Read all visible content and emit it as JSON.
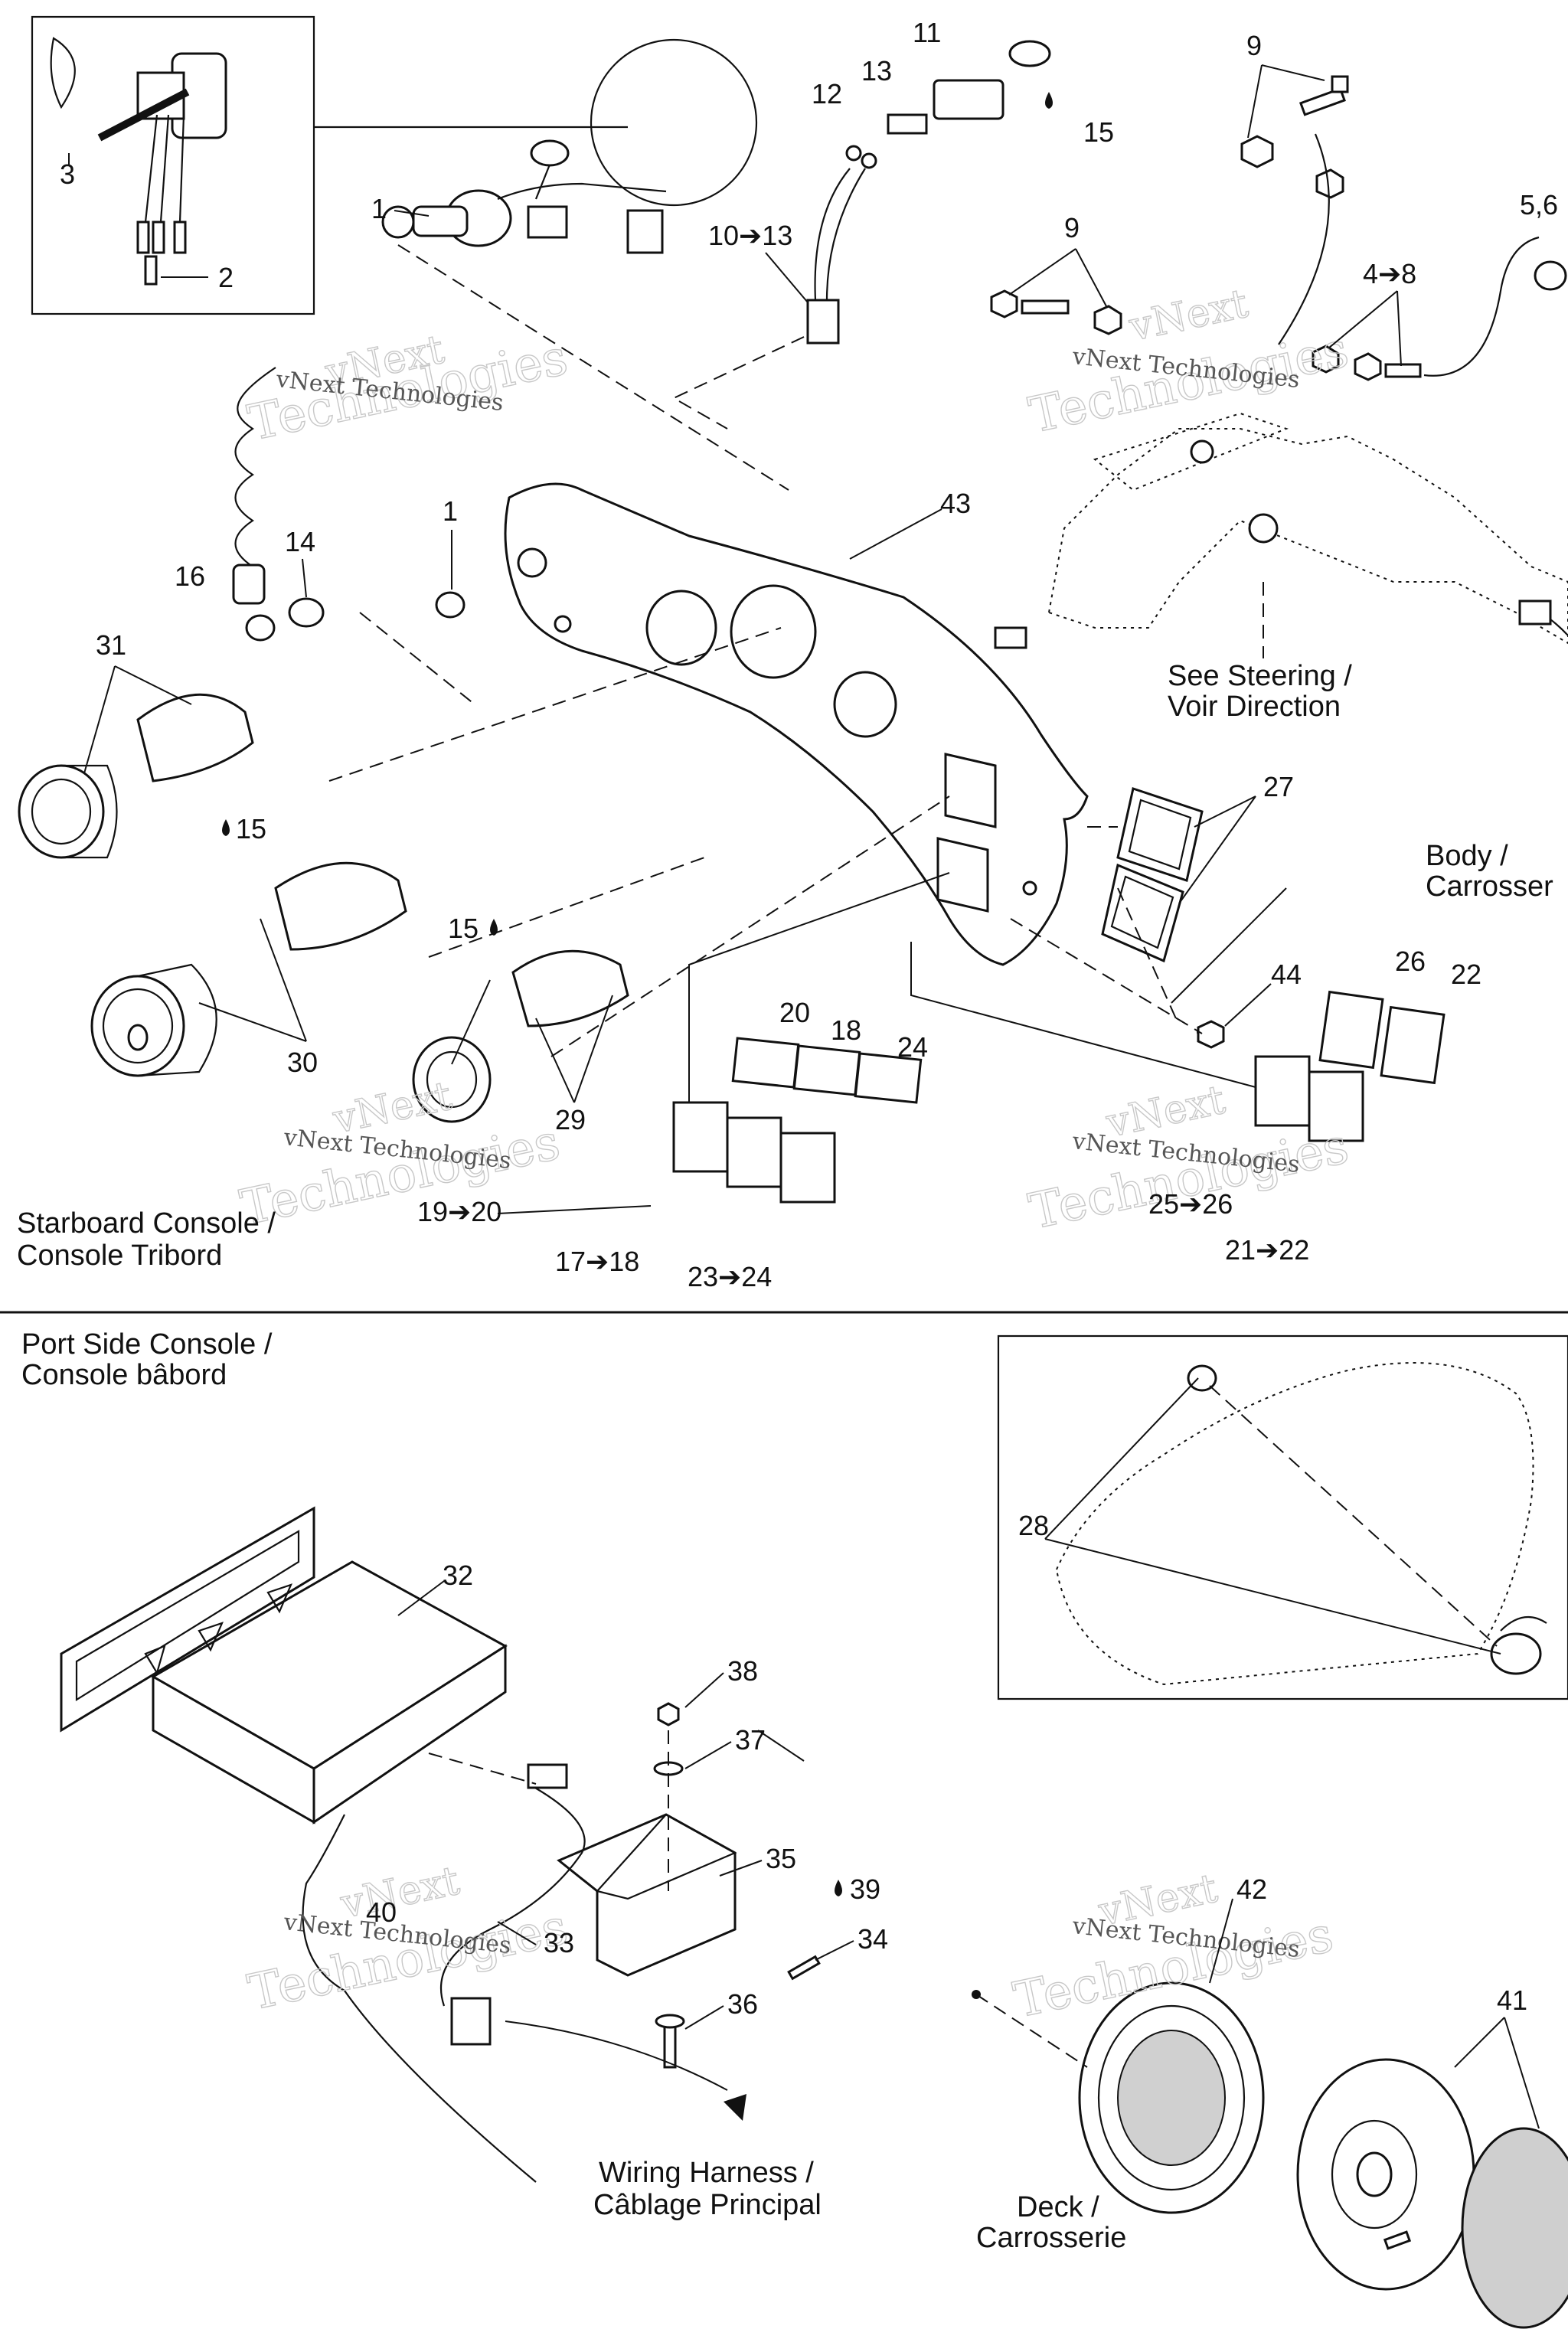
{
  "callouts": {
    "c1a": "1",
    "c2": "2",
    "c3": "3",
    "c1b": "1",
    "c10": "10➔13",
    "c12": "12",
    "c13": "13",
    "c11": "11",
    "c15a": "15",
    "c9a": "9",
    "c9b": "9",
    "c56": "5,6",
    "c48": "4➔8",
    "c43": "43",
    "c14": "14",
    "c16": "16",
    "c31": "31",
    "c15b": "15",
    "c30": "30",
    "c15c": "15",
    "c29": "29",
    "c27": "27",
    "c44": "44",
    "c26": "26",
    "c22": "22",
    "c20": "20",
    "c18": "18",
    "c24": "24",
    "c1920": "19➔20",
    "c1718": "17➔18",
    "c2324": "23➔24",
    "c2526": "25➔26",
    "c2122": "21➔22",
    "c32": "32",
    "c28": "28",
    "c38": "38",
    "c37": "37",
    "c35": "35",
    "c39": "39",
    "c34": "34",
    "c33": "33",
    "c40": "40",
    "c36": "36",
    "c42": "42",
    "c41": "41"
  },
  "labels": {
    "steering_1": "See  Steering /",
    "steering_2": "Voir Direction",
    "body_1": "Body /",
    "body_2": "Carrosser",
    "starboard_1": "Starboard Console /",
    "starboard_2": "Console Tribord",
    "port_1": "Port Side Console /",
    "port_2": "Console bâbord",
    "harness_1": "Wiring Harness /",
    "harness_2": "Câblage Principal",
    "deck_1": "Deck /",
    "deck_2": "Carrosserie"
  },
  "watermark": {
    "line1": "vNext",
    "line2": "Technologies",
    "small": "vNext Technologies"
  }
}
